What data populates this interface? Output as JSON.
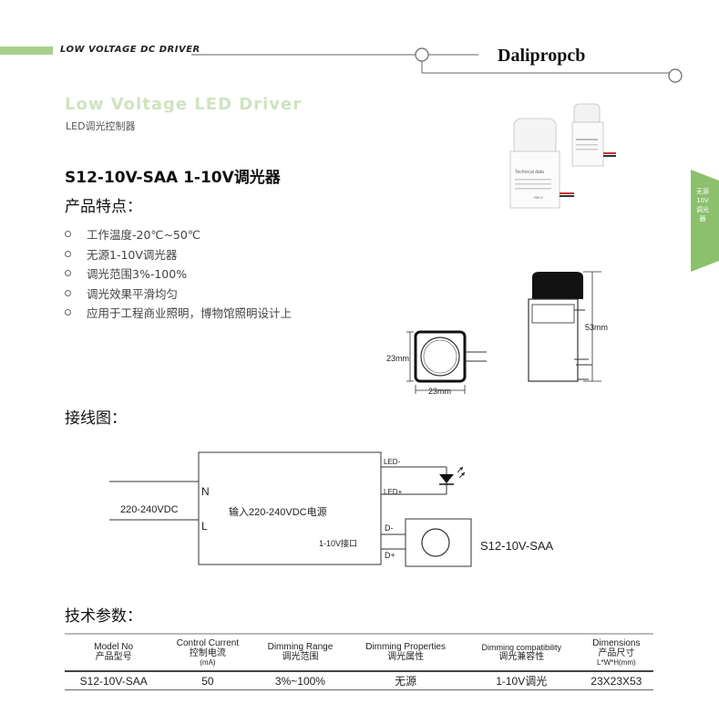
{
  "header": {
    "section_label": "LOW VOLTAGE DC DRIVER",
    "brand": "Dalipropcb"
  },
  "subtitle": {
    "english": "Low Voltage LED Driver",
    "chinese": "LED调光控制器"
  },
  "product_title": "S12-10V-SAA 1-10V调光器",
  "features_heading": "产品特点：",
  "features": [
    "工作温度-20℃~50℃",
    "无源1-10V调光器",
    "调光范围3%-100%",
    "调光效果平滑均匀",
    "应用于工程商业照明，博物馆照明设计上"
  ],
  "side_tab": {
    "text": "无源10V调光器",
    "color": "#8cc06d"
  },
  "photo": {
    "label_main": "Technical data",
    "label_small": "RELY"
  },
  "dimensions": {
    "height": "53mm",
    "width": "23mm",
    "depth": "23mm"
  },
  "wiring_heading": "接线图：",
  "wiring": {
    "input_voltage": "220-240VDC",
    "n": "N",
    "l": "L",
    "box_label": "输入220-240VDC电源",
    "led_minus": "LED-",
    "led_plus": "LED+",
    "port_label": "1-10V接口",
    "d_minus": "D-",
    "d_plus": "D+",
    "dimmer_label": "S12-10V-SAA"
  },
  "tech_heading": "技术参数：",
  "spec_table": {
    "headers": [
      {
        "en": "Model No",
        "cn": "产品型号",
        "sub": ""
      },
      {
        "en": "Control Current",
        "cn": "控制电流",
        "sub": "(mA)"
      },
      {
        "en": "Dimming Range",
        "cn": "调光范围",
        "sub": ""
      },
      {
        "en": "Dimming Properties",
        "cn": "调光属性",
        "sub": ""
      },
      {
        "en": "Dimming compatibility",
        "cn": "调光兼容性",
        "sub": ""
      },
      {
        "en": "Dimensions",
        "cn": "产品尺寸",
        "sub": "L*W*H(mm)"
      }
    ],
    "row": [
      "S12-10V-SAA",
      "50",
      "3%~100%",
      "无源",
      "1-10V调光",
      "23X23X53"
    ]
  }
}
